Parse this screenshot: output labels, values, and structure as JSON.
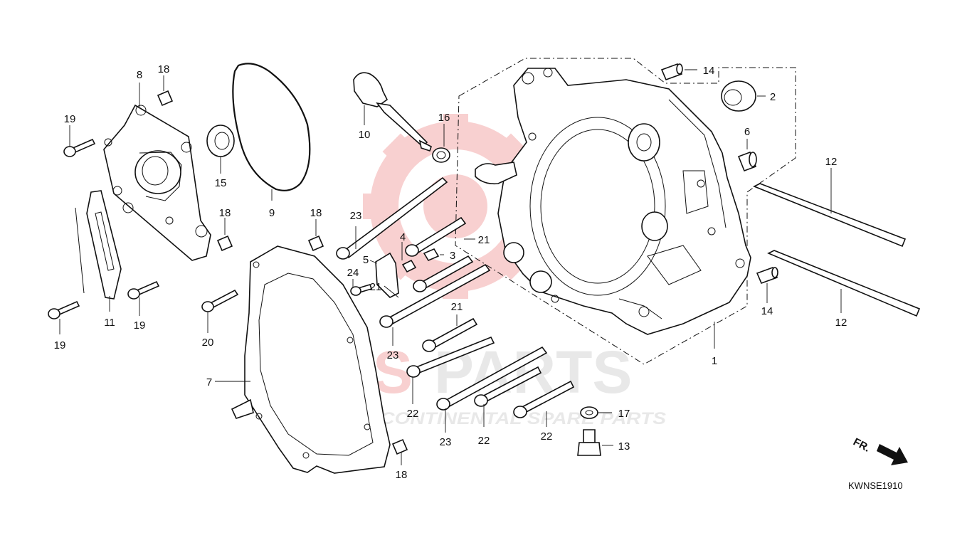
{
  "watermark": {
    "brand_left": "ICS",
    "brand_right": "PARTS",
    "tagline": "INTERCONTINENTAL SPARE PARTS",
    "color_brand": "#e03030",
    "color_gray": "#9a9a9a"
  },
  "diagram_code": "KWNSE1910",
  "direction_label": "FR.",
  "callouts": {
    "c1": "1",
    "c2": "2",
    "c3": "3",
    "c4": "4",
    "c5": "5",
    "c6": "6",
    "c7": "7",
    "c8": "8",
    "c9": "9",
    "c10": "10",
    "c11": "11",
    "c12a": "12",
    "c12b": "12",
    "c13": "13",
    "c14a": "14",
    "c14b": "14",
    "c15": "15",
    "c16": "16",
    "c17": "17",
    "c18a": "18",
    "c18b": "18",
    "c18c": "18",
    "c18d": "18",
    "c19a": "19",
    "c19b": "19",
    "c19c": "19",
    "c20": "20",
    "c21a": "21",
    "c21b": "21",
    "c21c": "21",
    "c22a": "22",
    "c22b": "22",
    "c22c": "22",
    "c23a": "23",
    "c23b": "23",
    "c23c": "23",
    "c24": "24"
  }
}
